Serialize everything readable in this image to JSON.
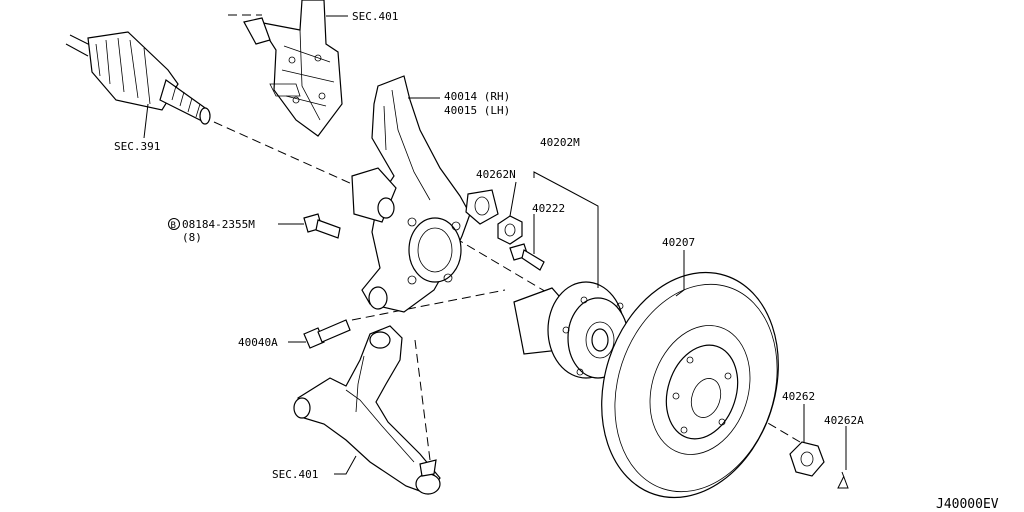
{
  "labels": {
    "sec401_top": "SEC.401",
    "sec391": "SEC.391",
    "p40014": "40014 (RH)",
    "p40015": "40015 (LH)",
    "p40262n": "40262N",
    "p40202m": "40202M",
    "p40222": "40222",
    "p08184": "08184-2355M",
    "p08184_qty": "(8)",
    "p40207": "40207",
    "p40040a": "40040A",
    "p40262": "40262",
    "p40262a": "40262A",
    "sec401_bottom": "SEC.401",
    "diagram_code": "J40000EV"
  },
  "bolt_marker": "B"
}
